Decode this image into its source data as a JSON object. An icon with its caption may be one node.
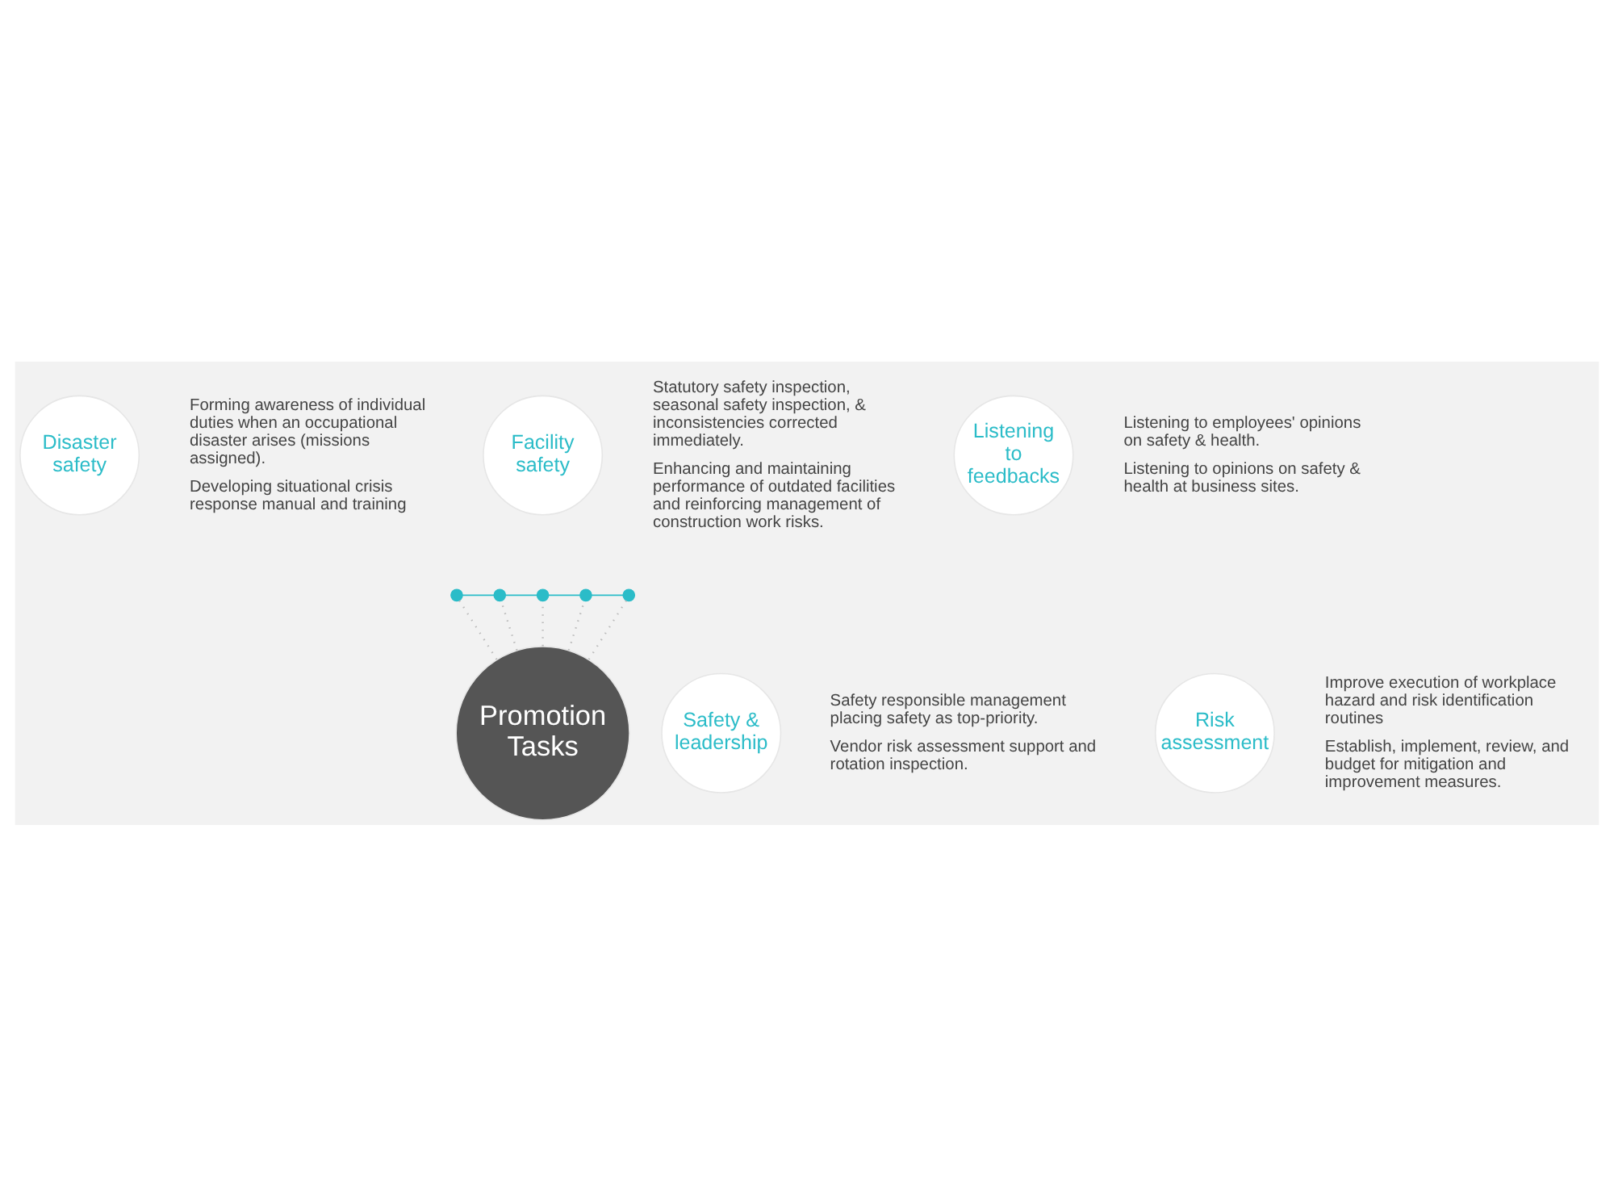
{
  "diagram": {
    "nodes": [
      {
        "text": [
          "Facility safety"
        ],
        "beside": [
          "Statutory safety inspection, seasonal safety inspection, & inconsistencies corrected immediately.",
          "Enhancing and maintaining performance of outdated facilities and reinforcing management of construction work risks."
        ]
      },
      {
        "text": [
          "Disaster safety"
        ],
        "beside": [
          "Forming awareness of individual duties when an occupational disaster arises (missions assigned).",
          "Developing situational crisis response manual and training"
        ]
      },
      {
        "text": [
          "Listening to feedbacks"
        ],
        "beside": [
          "Listening to employees' opinions on safety & health.",
          "Listening to opinions on safety & health at business sites."
        ]
      },
      {
        "text": [
          "Promotion Tasks"
        ]
      },
      {
        "text": [
          "Safety & leadership"
        ],
        "beside": [
          "Safety responsible management placing safety as top-priority.",
          "Vendor risk assessment support and rotation inspection."
        ]
      },
      {
        "text": [
          "Risk assessment"
        ],
        "beside": [
          "Improve execution of workplace hazard and risk identification routines",
          "Establish, implement, review, and budget for mitigation and improvement measures."
        ]
      },
      {
        "text": [],
        "shape": "circle"
      },
      {
        "text": [],
        "shape": "circle"
      },
      {
        "text": [],
        "shape": "circle"
      },
      {
        "text": [],
        "shape": "circle"
      },
      {
        "text": [],
        "shape": "circle"
      }
    ],
    "edges": [
      {
        "from": 3,
        "to": 6,
        "arrow": "none",
        "style": "dashed",
        "color": "#bbbbbb"
      },
      {
        "from": 3,
        "to": 7,
        "arrow": "none",
        "style": "dashed",
        "color": "#bbbbbb"
      },
      {
        "from": 3,
        "to": 8,
        "arrow": "none",
        "style": "dashed",
        "color": "#bbbbbb"
      },
      {
        "from": 3,
        "to": 9,
        "arrow": "none",
        "style": "dashed",
        "color": "#bbbbbb"
      },
      {
        "from": 3,
        "to": 10,
        "arrow": "none",
        "style": "dashed",
        "color": "#bbbbbb"
      },
      {
        "from": 6,
        "to": 7,
        "arrow": "none",
        "color": "#2bbcc8"
      },
      {
        "from": 7,
        "to": 8,
        "arrow": "none",
        "color": "#2bbcc8"
      },
      {
        "from": 8,
        "to": 9,
        "arrow": "none",
        "color": "#2bbcc8"
      },
      {
        "from": 9,
        "to": 10,
        "arrow": "none",
        "color": "#2bbcc8"
      }
    ]
  }
}
